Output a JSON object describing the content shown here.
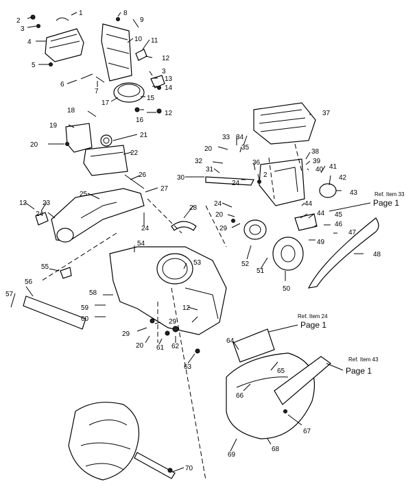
{
  "callouts": [
    "1",
    "2",
    "3",
    "4",
    "5",
    "6",
    "7",
    "8",
    "9",
    "10",
    "11",
    "12",
    "3",
    "13",
    "14",
    "15",
    "16",
    "12",
    "17",
    "18",
    "19",
    "20",
    "21",
    "22",
    "33",
    "34",
    "35",
    "20",
    "32",
    "31",
    "36",
    "2",
    "37",
    "38",
    "39",
    "40",
    "41",
    "42",
    "43",
    "30",
    "24",
    "26",
    "27",
    "25",
    "23",
    "12",
    "24",
    "24",
    "28",
    "24",
    "20",
    "29",
    "44",
    "44",
    "45",
    "46",
    "47",
    "49",
    "48",
    "54",
    "53",
    "55",
    "56",
    "57",
    "58",
    "59",
    "60",
    "12",
    "29",
    "29",
    "20",
    "61",
    "62",
    "63",
    "52",
    "51",
    "50",
    "64",
    "65",
    "66",
    "67",
    "68",
    "69",
    "70"
  ],
  "refs": [
    {
      "ref": "Ref. Item 33",
      "page": "Page 1"
    },
    {
      "ref": "Ref. Item 24",
      "page": "Page 1"
    },
    {
      "ref": "Ref. Item 43",
      "page": "Page 1"
    }
  ]
}
